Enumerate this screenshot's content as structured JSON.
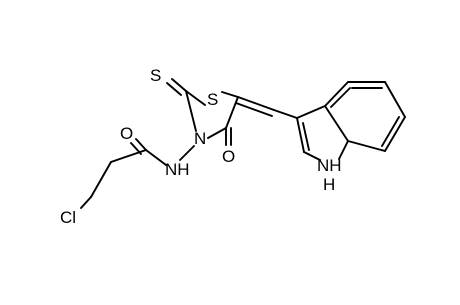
{
  "atom_labels": {
    "sulfur_ring": "S",
    "sulfur_thione": "S",
    "nitrogen_ring": "N",
    "amide_nh": "NH",
    "oxygen_amide": "O",
    "oxygen_ring": "O",
    "chlorine": "Cl",
    "indole_nh": "NH",
    "indole_h": "H"
  },
  "colors": {
    "bond": "#000000",
    "label": "#000000",
    "background": "#ffffff"
  }
}
